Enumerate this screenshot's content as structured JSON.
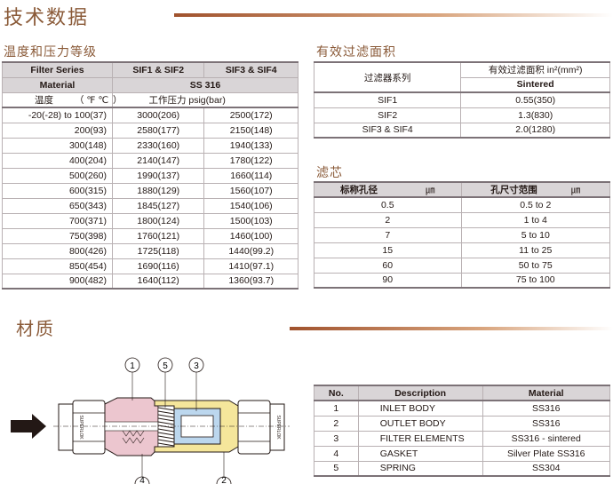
{
  "page": {
    "title": "技术数据",
    "section_materials": "材质"
  },
  "pressure_table": {
    "heading": "温度和压力等级",
    "row1": [
      "Filter Series",
      "SIF1 & SIF2",
      "SIF3 & SIF4"
    ],
    "row2": [
      "Material",
      "SS 316"
    ],
    "row3": [
      "温度",
      "（ ℉ ℃",
      "）",
      "工作压力 psig(bar)"
    ],
    "rows": [
      [
        "-20(-28) to 100(37)",
        "3000(206)",
        "2500(172)"
      ],
      [
        "200(93)",
        "2580(177)",
        "2150(148)"
      ],
      [
        "300(148)",
        "2330(160)",
        "1940(133)"
      ],
      [
        "400(204)",
        "2140(147)",
        "1780(122)"
      ],
      [
        "500(260)",
        "1990(137)",
        "1660(114)"
      ],
      [
        "600(315)",
        "1880(129)",
        "1560(107)"
      ],
      [
        "650(343)",
        "1845(127)",
        "1540(106)"
      ],
      [
        "700(371)",
        "1800(124)",
        "1500(103)"
      ],
      [
        "750(398)",
        "1760(121)",
        "1460(100)"
      ],
      [
        "800(426)",
        "1725(118)",
        "1440(99.2)"
      ],
      [
        "850(454)",
        "1690(116)",
        "1410(97.1)"
      ],
      [
        "900(482)",
        "1640(112)",
        "1360(93.7)"
      ]
    ]
  },
  "area_table": {
    "heading": "有效过滤面积",
    "col1": "过滤器系列",
    "col2_top": "有效过滤面积 in²(mm²)",
    "col2_sub": "Sintered",
    "rows": [
      [
        "SIF1",
        "0.55(350)"
      ],
      [
        "SIF2",
        "1.3(830)"
      ],
      [
        "SIF3 & SIF4",
        "2.0(1280)"
      ]
    ]
  },
  "element_table": {
    "heading": "滤芯",
    "col1": "标称孔径",
    "col1_unit": "㎛",
    "col2": "孔尺寸范围",
    "col2_unit": "㎛",
    "rows": [
      [
        "0.5",
        "0.5 to 2"
      ],
      [
        "2",
        "1 to 4"
      ],
      [
        "7",
        "5 to 10"
      ],
      [
        "15",
        "11 to 25"
      ],
      [
        "60",
        "50 to 75"
      ],
      [
        "90",
        "75 to 100"
      ]
    ]
  },
  "materials_table": {
    "headers": [
      "No.",
      "Description",
      "Material"
    ],
    "rows": [
      [
        "1",
        "INLET BODY",
        "SS316"
      ],
      [
        "2",
        "OUTLET BODY",
        "SS316"
      ],
      [
        "3",
        "FILTER ELEMENTS",
        "SS316 - sintered"
      ],
      [
        "4",
        "GASKET",
        "Silver Plate SS316"
      ],
      [
        "5",
        "SPRING",
        "SS304"
      ]
    ]
  },
  "diagram": {
    "callouts": [
      "1",
      "5",
      "3",
      "4",
      "2"
    ],
    "nut_text": "SUPERLOK",
    "colors": {
      "body_pink": "#ecc6cf",
      "body_yellow": "#f5e69b",
      "element_blue": "#bcd7ee",
      "arrow": "#231815"
    }
  }
}
